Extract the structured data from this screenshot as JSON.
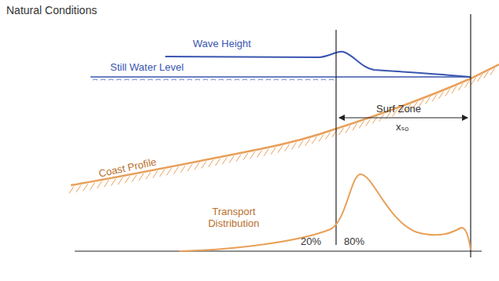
{
  "diagram": {
    "title": "Natural Conditions",
    "labels": [
      "Wave Height",
      "Still Water Level",
      "Coast Profile",
      "Surf Zone",
      "xₛₒ",
      "Transport Distribution",
      "20%",
      "80%"
    ]
  }
}
